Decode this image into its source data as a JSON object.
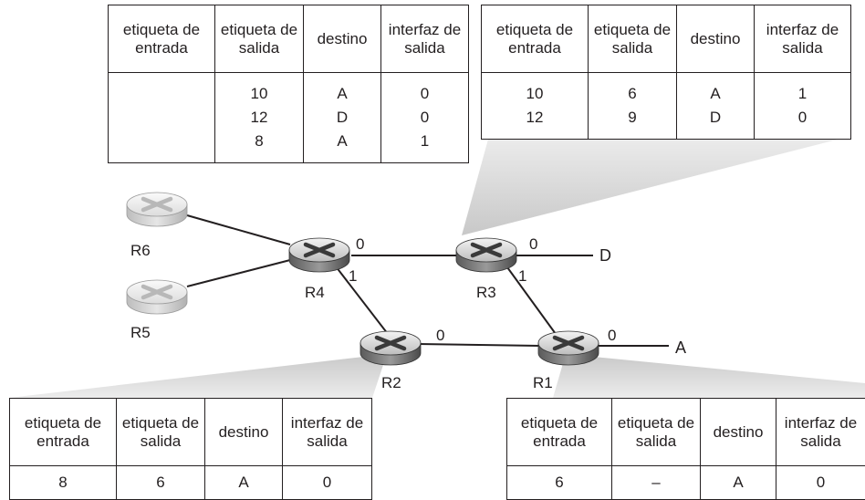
{
  "headers": {
    "in_label": "etiqueta de entrada",
    "out_label": "etiqueta de salida",
    "dest": "destino",
    "out_iface": "interfaz de salida"
  },
  "tables": {
    "r4": {
      "in": "",
      "out": [
        "10",
        "12",
        "8"
      ],
      "dest": [
        "A",
        "D",
        "A"
      ],
      "iface": [
        "0",
        "0",
        "1"
      ]
    },
    "r3": {
      "in": [
        "10",
        "12"
      ],
      "out": [
        "6",
        "9"
      ],
      "dest": [
        "A",
        "D"
      ],
      "iface": [
        "1",
        "0"
      ]
    },
    "r2": {
      "in": "8",
      "out": "6",
      "dest": "A",
      "iface": "0"
    },
    "r1": {
      "in": "6",
      "out": "–",
      "dest": "A",
      "iface": "0"
    }
  },
  "routers": {
    "r1": "R1",
    "r2": "R2",
    "r3": "R3",
    "r4": "R4",
    "r5": "R5",
    "r6": "R6"
  },
  "interfaces": {
    "r4_0": "0",
    "r4_1": "1",
    "r3_0": "0",
    "r3_1": "1",
    "r2_0": "0",
    "r1_0": "0"
  },
  "destinations": {
    "a": "A",
    "d": "D"
  }
}
